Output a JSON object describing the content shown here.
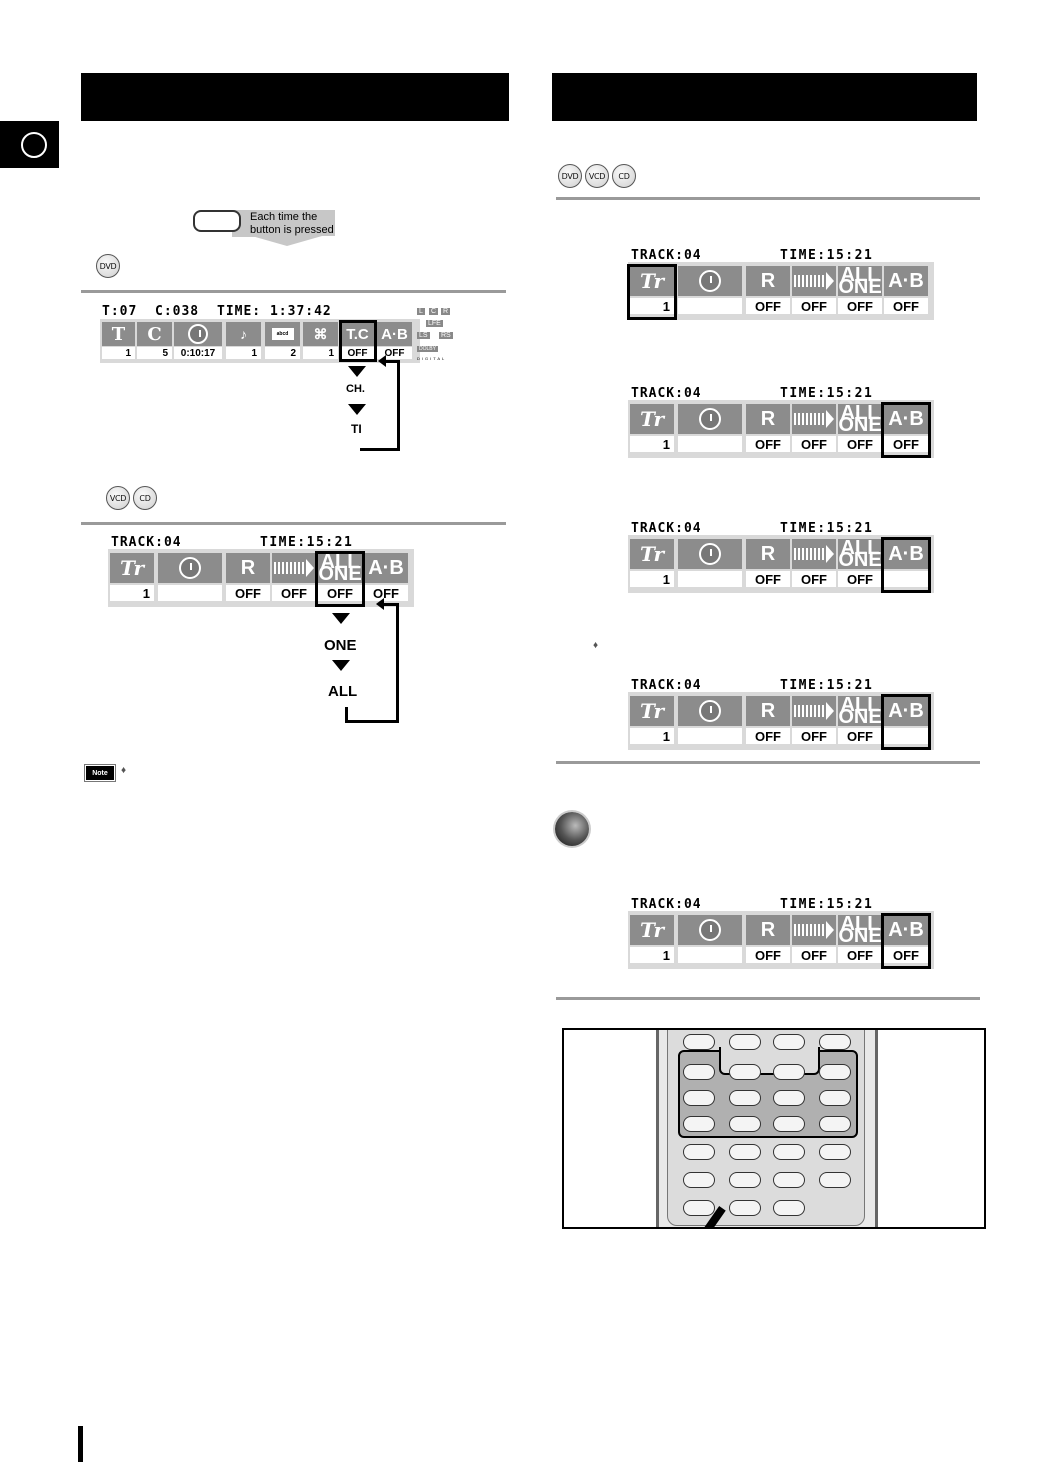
{
  "language_tab": {
    "icon": "circle-icon"
  },
  "press_hint": {
    "text_line1": "Each time the",
    "text_line2": "button is pressed"
  },
  "discs": {
    "dvd": "DVD",
    "vcd": "VCD",
    "cd": "CD"
  },
  "dvd_osd": {
    "header_t": "T:07",
    "header_c": "C:038",
    "header_time": "TIME: 1:37:42",
    "values": [
      "1",
      "5",
      "0:10:17",
      "1",
      "2",
      "1",
      "OFF",
      "OFF"
    ],
    "tc_label": "T.C",
    "ab_label": "A·B",
    "subtitle_icon_text": "abcd",
    "speaker_labels": [
      "L",
      "C",
      "R",
      "LFE",
      "LS",
      "RS"
    ],
    "dolby_text": "DOLBY",
    "digital_text": "DIGITAL",
    "flow": [
      "CH.",
      "TI"
    ]
  },
  "cd_osd": {
    "track": "TRACK:04",
    "time": "TIME:15:21",
    "tr_label": "Tr",
    "r_label": "R",
    "all_label": "ALL",
    "one_label": "ONE",
    "ab_label": "A·B",
    "values": [
      "1",
      "",
      "OFF",
      "OFF",
      "OFF",
      "OFF"
    ],
    "flow": [
      "ONE",
      "ALL"
    ]
  },
  "right_osds": [
    {
      "values": [
        "1",
        "",
        "OFF",
        "OFF",
        "OFF",
        "OFF"
      ]
    },
    {
      "values": [
        "1",
        "",
        "OFF",
        "OFF",
        "OFF",
        "OFF"
      ]
    },
    {
      "values": [
        "1",
        "",
        "OFF",
        "OFF",
        "OFF",
        ""
      ]
    },
    {
      "values": [
        "1",
        "",
        "OFF",
        "OFF",
        "OFF",
        ""
      ]
    },
    {
      "values": [
        "1",
        "",
        "OFF",
        "OFF",
        "OFF",
        "OFF"
      ]
    }
  ],
  "note": {
    "badge": "Note",
    "bullet": "♦"
  },
  "right_bullet": "♦",
  "colors": {
    "bar": "#000000",
    "icon_bg": "#8c8c8c",
    "strip": "#d9d9d9",
    "rule": "#9a9a9a"
  }
}
